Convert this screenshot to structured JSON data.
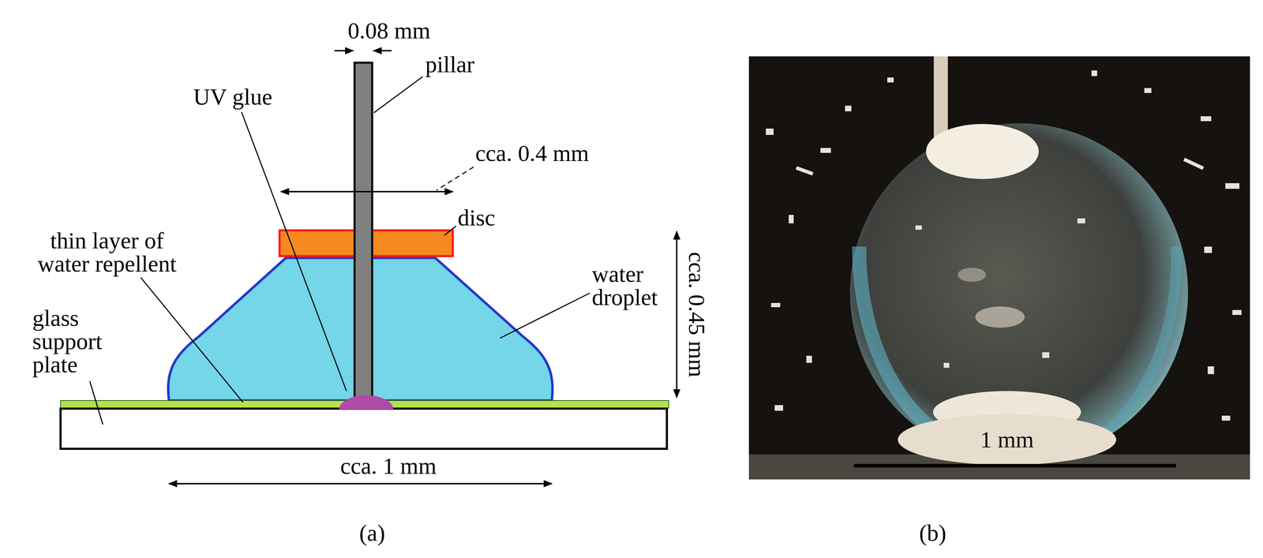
{
  "diagram": {
    "labels": [
      "0.08 mm",
      "pillar",
      "UV glue",
      "cca. 0.4 mm",
      "disc",
      "thin layer of water repellent",
      "water droplet",
      "cca. 0.45 mm",
      "glass support plate",
      "cca. 1 mm",
      "(a)",
      "1 mm",
      "(b)"
    ]
  }
}
